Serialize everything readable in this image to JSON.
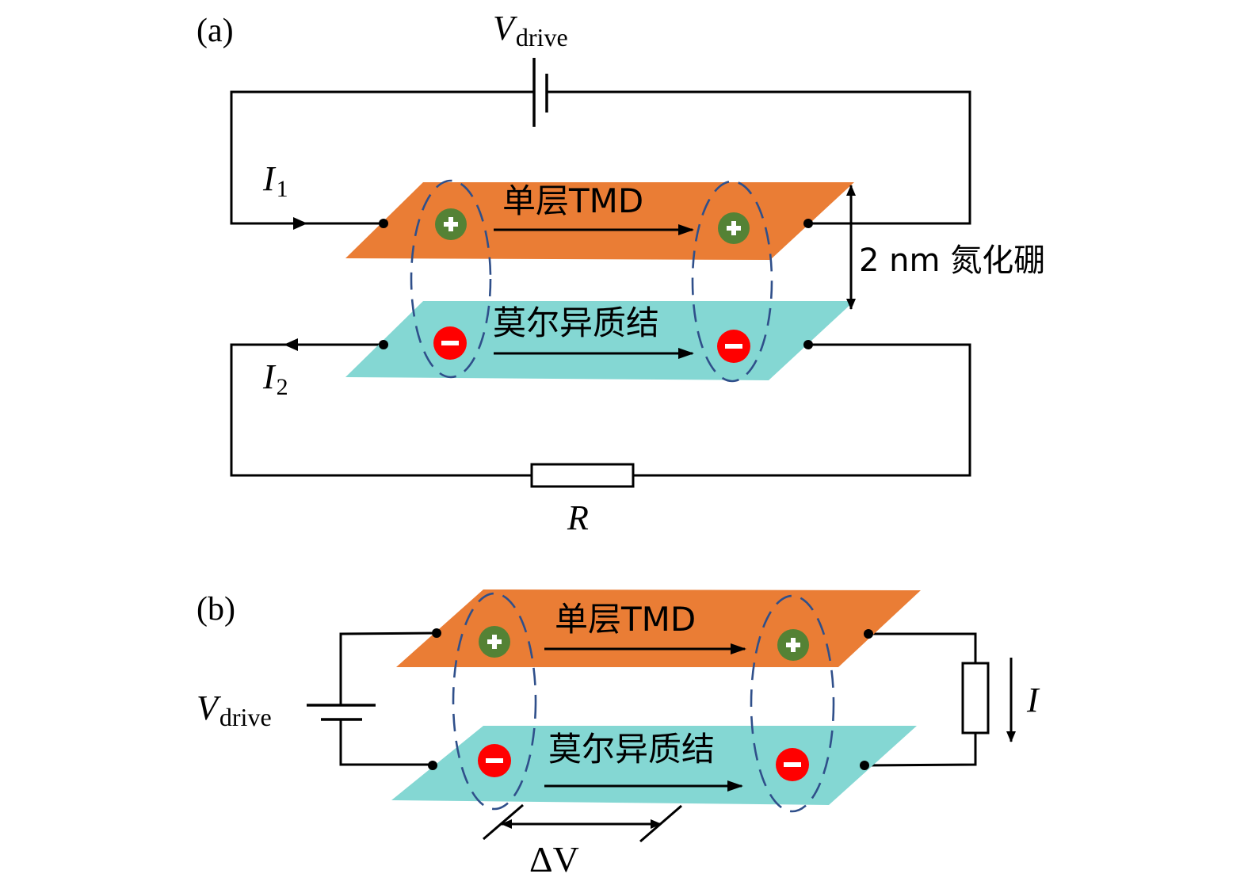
{
  "panel_a": {
    "label": "(a)",
    "vdrive_main": "V",
    "vdrive_sub": "drive",
    "i1_main": "I",
    "i1_sub": "1",
    "i2_main": "I",
    "i2_sub": "2",
    "top_layer": "单层TMD",
    "bottom_layer": "莫尔异质结",
    "spacer": "2 nm 氮化硼",
    "resistor": "R",
    "colors": {
      "top_layer": "#ea7d35",
      "bottom_layer": "#84d7d3",
      "hole": "#548235",
      "electron": "#ff0000",
      "dash": "#2f4f8a"
    }
  },
  "panel_b": {
    "label": "(b)",
    "vdrive_main": "V",
    "vdrive_sub": "drive",
    "current": "I",
    "top_layer": "单层TMD",
    "bottom_layer": "莫尔异质结",
    "delta_v": "ΔV"
  },
  "symbols": {
    "plus": "+",
    "minus": "−"
  }
}
